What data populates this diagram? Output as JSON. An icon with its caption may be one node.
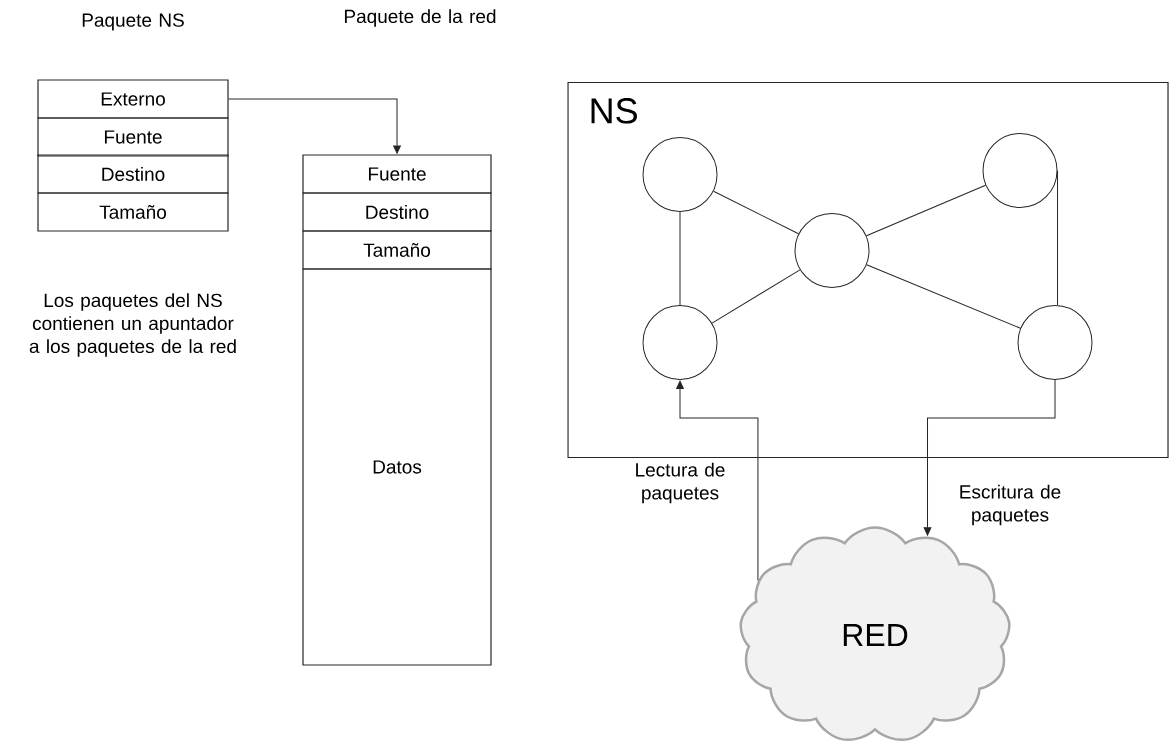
{
  "diagram": {
    "nodes": [
      {
        "text": [
          "Externo"
        ]
      },
      {
        "text": [
          "Fuente"
        ]
      },
      {
        "text": [
          "Destino"
        ]
      },
      {
        "text": [
          "Tamaño"
        ]
      },
      {
        "text": [
          "Fuente"
        ]
      },
      {
        "text": [
          "Destino"
        ]
      },
      {
        "text": [
          "Tamaño"
        ]
      },
      {
        "text": [
          "Datos"
        ]
      },
      {
        "text": [
          "NS"
        ]
      },
      {
        "text": [],
        "shape": "circle",
        "in": 8
      },
      {
        "text": [],
        "shape": "circle",
        "in": 8
      },
      {
        "text": [],
        "shape": "circle",
        "in": 8
      },
      {
        "text": [],
        "shape": "circle",
        "in": 8
      },
      {
        "text": [],
        "shape": "circle",
        "in": 8
      },
      {
        "text": [
          "RED"
        ]
      }
    ],
    "edges": [
      {
        "from": 0,
        "to": 4,
        "arrow": "to"
      },
      {
        "from": 9,
        "to": 11,
        "arrow": "none"
      },
      {
        "from": 11,
        "to": 10,
        "arrow": "none"
      },
      {
        "from": 9,
        "to": 12,
        "arrow": "none"
      },
      {
        "from": 12,
        "to": 11,
        "arrow": "none"
      },
      {
        "from": 11,
        "to": 13,
        "arrow": "none"
      },
      {
        "from": 10,
        "to": 13,
        "arrow": "none"
      },
      {
        "from": 14,
        "to": 12,
        "arrow": "to",
        "label": "Lectura de paquetes"
      },
      {
        "from": 13,
        "to": 14,
        "arrow": "to",
        "label": "Escritura de paquetes"
      }
    ],
    "labels": [
      "Paquete NS",
      "Paquete de la red",
      "Los paquetes del NS contienen un apuntador a los paquetes de la red"
    ]
  }
}
